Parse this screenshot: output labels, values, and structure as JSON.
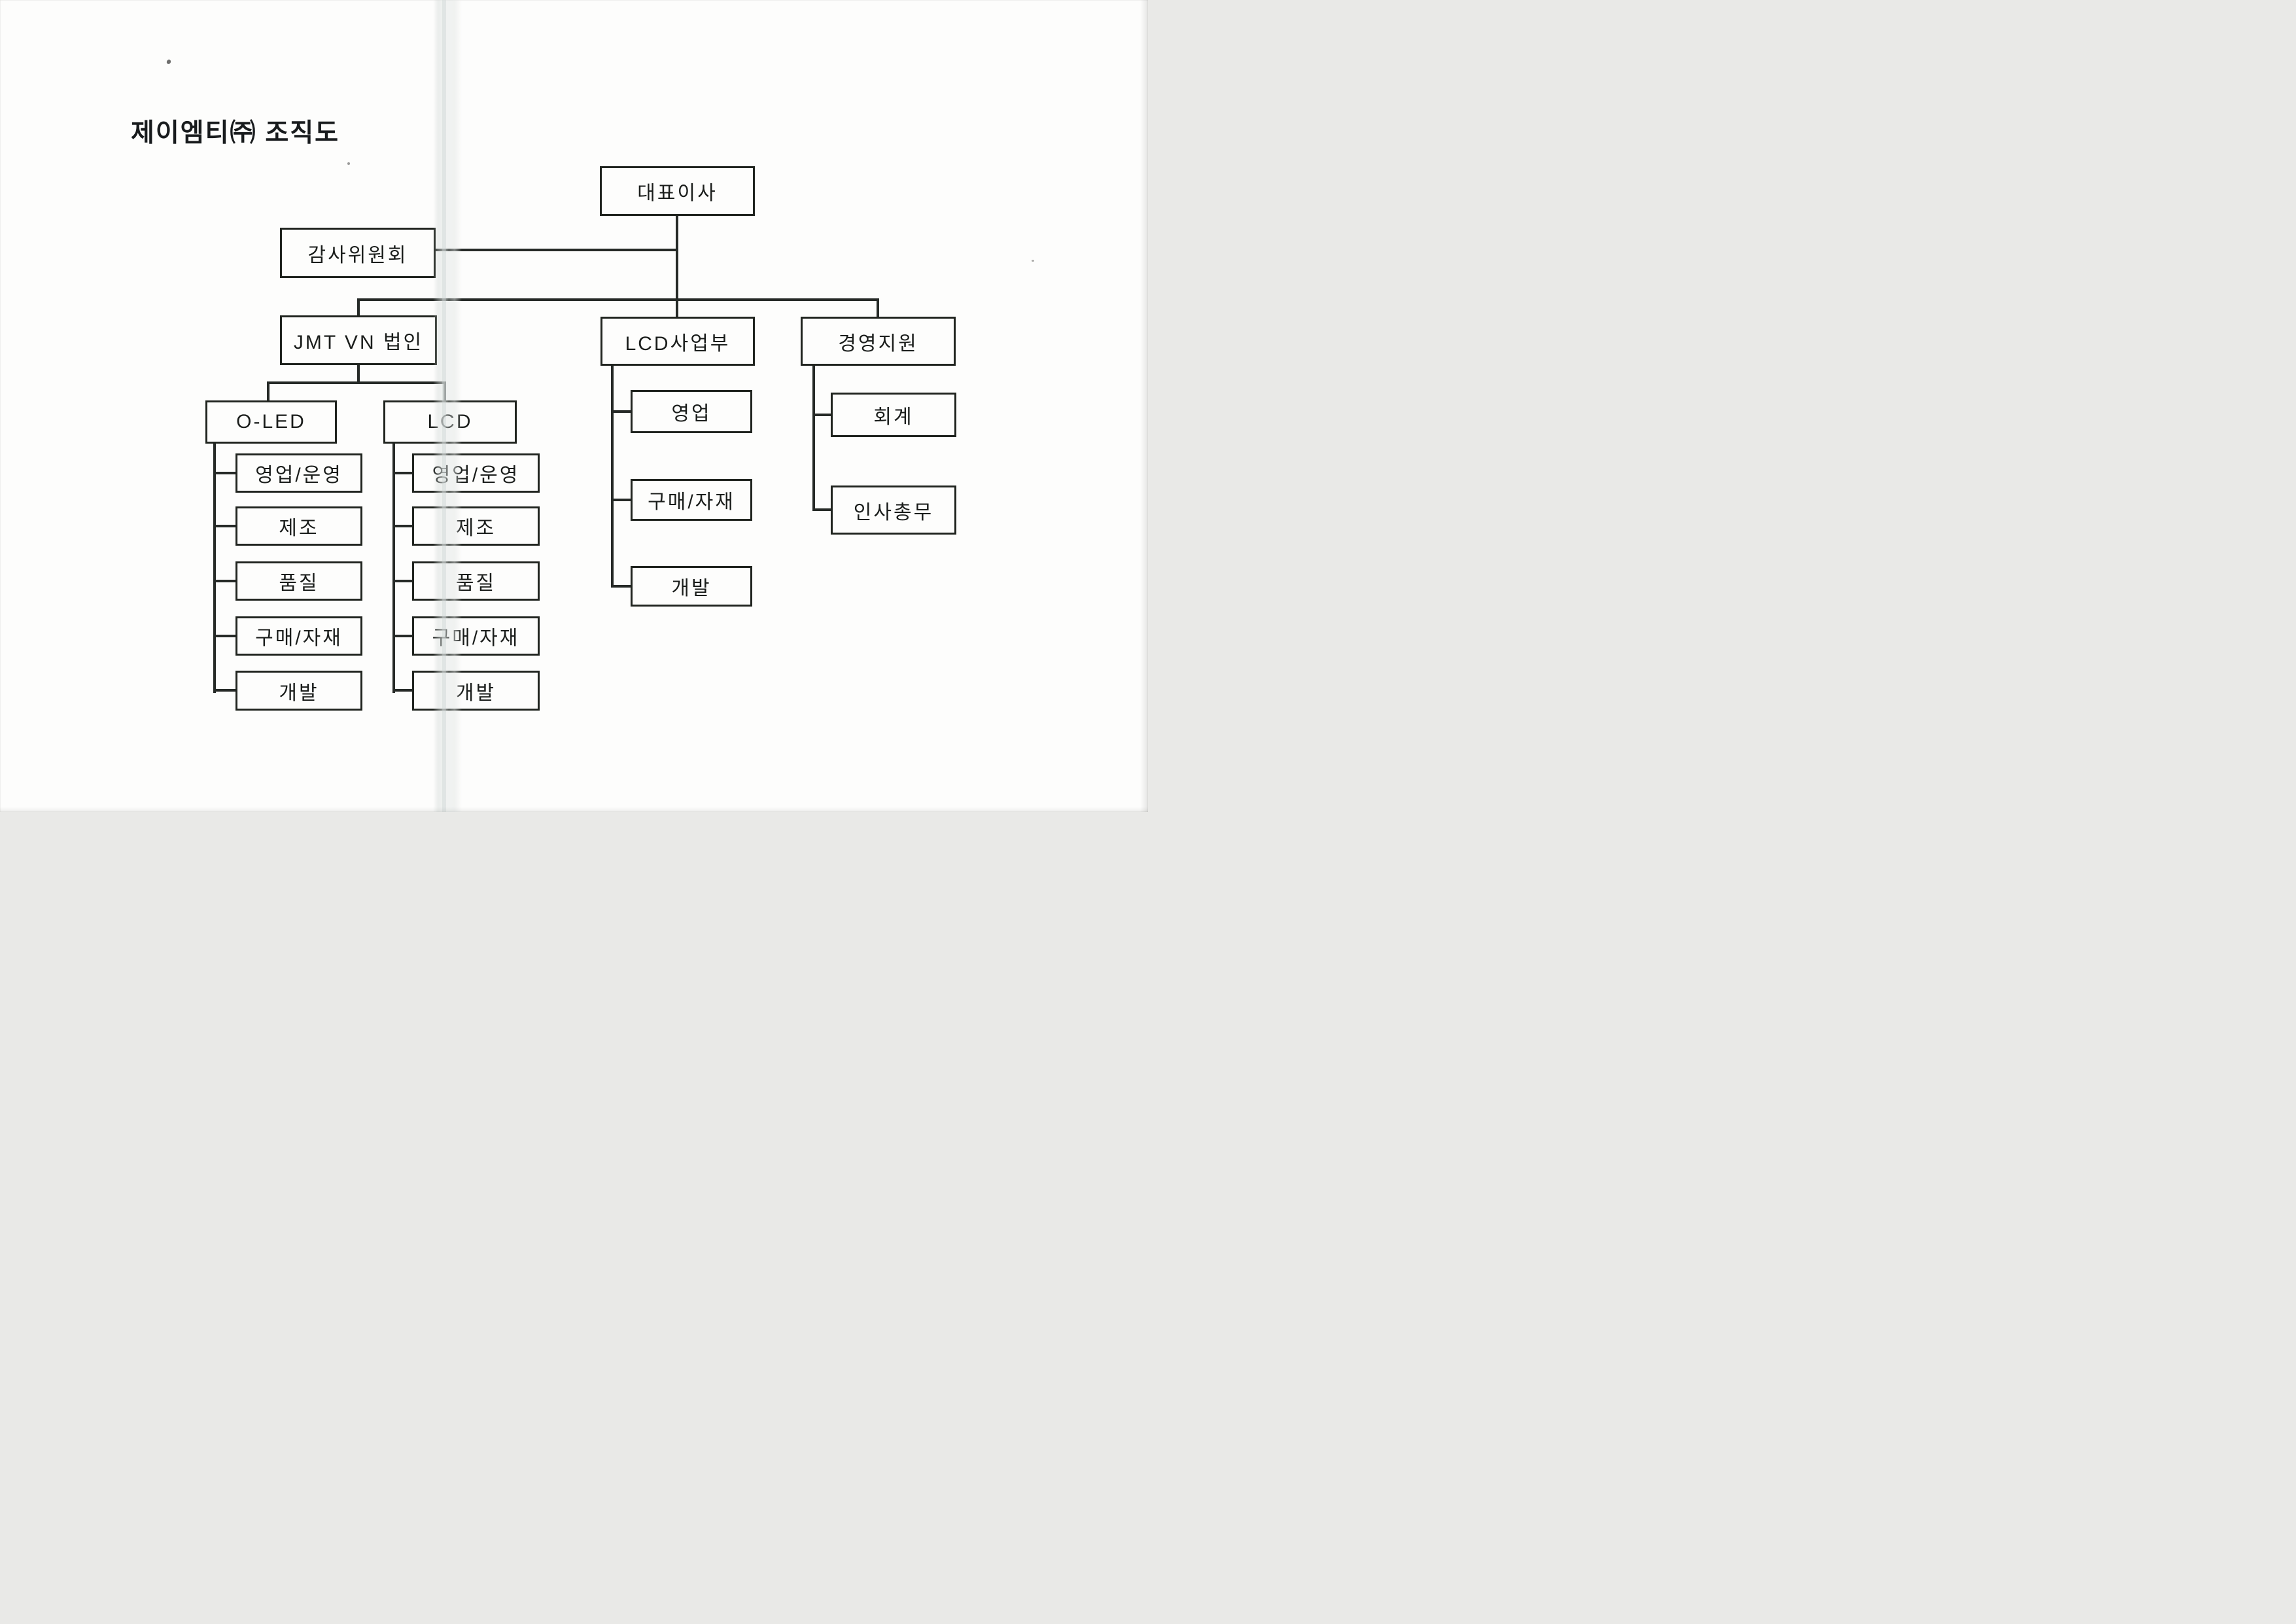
{
  "document": {
    "title_text": "제이엠티㈜ 조직도"
  },
  "org_chart": {
    "type": "org-tree",
    "line_color": "#262a27",
    "box_border_color": "#20241f",
    "paper_color": "#fdfdfc",
    "root": {
      "label": "대표이사"
    },
    "audit": {
      "label": "감사위원회"
    },
    "branches": [
      {
        "label": "JMT VN 법인",
        "divisions": [
          {
            "label": "O-LED",
            "departments": [
              "영업/운영",
              "제조",
              "품질",
              "구매/자재",
              "개발"
            ]
          },
          {
            "label": "LCD",
            "departments": [
              "영업/운영",
              "제조",
              "품질",
              "구매/자재",
              "개발"
            ]
          }
        ]
      },
      {
        "label": "LCD사업부",
        "departments": [
          "영업",
          "구매/자재",
          "개발"
        ]
      },
      {
        "label": "경영지원",
        "departments": [
          "회계",
          "인사총무"
        ]
      }
    ]
  }
}
